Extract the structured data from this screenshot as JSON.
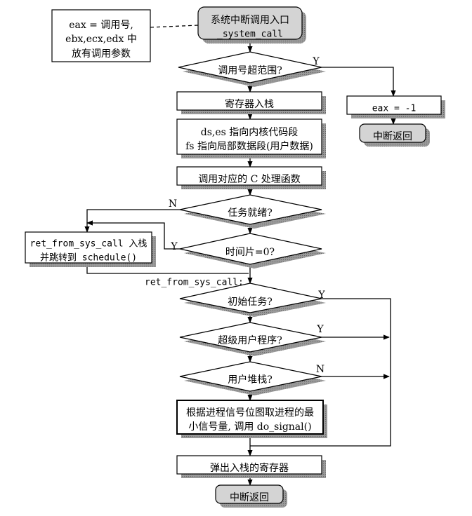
{
  "nodes": {
    "start": {
      "line1": "系统中断调用入口",
      "line2": "_system_call"
    },
    "comment": {
      "line1": "eax = 调用号,",
      "line2": "ebx,ecx,edx 中",
      "line3": "放有调用参数"
    },
    "d_range": "调用号超范围?",
    "y_range": "Y",
    "eax_minus1": "eax = -1",
    "return_1": "中断返回",
    "push_regs": "寄存器入栈",
    "ds_es": {
      "line1": "ds,es 指向内核代码段",
      "line2": "fs 指向局部数据段(用户数据)"
    },
    "call_c": "调用对应的 C 处理函数",
    "d_ready": "任务就绪?",
    "n_ready": "N",
    "d_slice": "时间片=0?",
    "y_slice": "Y",
    "ret_sched": {
      "line1": "ret_from_sys_call 入栈",
      "line2": "并跳转到 schedule()"
    },
    "ret_label": "ret_from_sys_call:",
    "d_init": "初始任务?",
    "y_init": "Y",
    "d_super": "超级用户程序?",
    "y_super": "Y",
    "d_ustack": "用户堆栈?",
    "n_ustack": "N",
    "signal": {
      "line1": "根据进程信号位图取进程的最",
      "line2": "小信号量, 调用 do_signal()"
    },
    "pop_regs": "弹出入栈的寄存器",
    "return_2": "中断返回"
  },
  "colors": {
    "terminal_fill": "#d4d4d4",
    "shadow": "#8a8a8a",
    "line": "#000000"
  }
}
